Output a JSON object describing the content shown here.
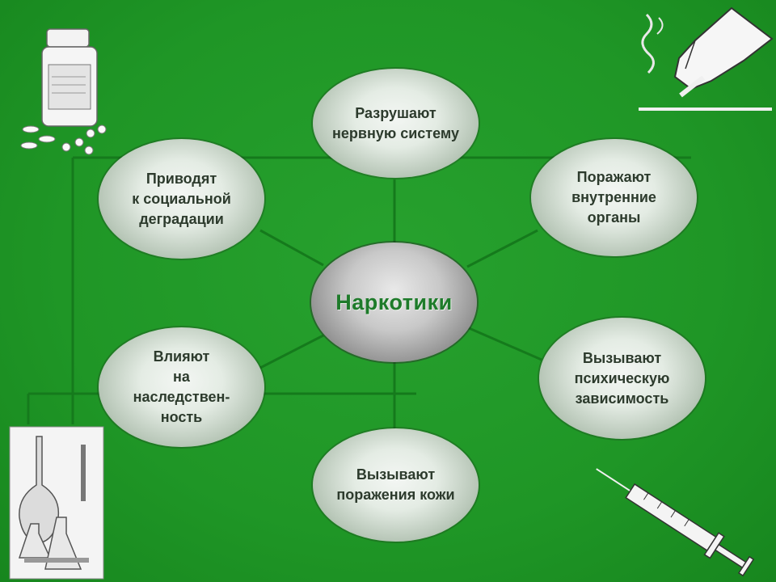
{
  "center": {
    "label": "Наркотики"
  },
  "nodes": [
    {
      "label": "Разрушают\nнервную систему"
    },
    {
      "label": "Поражают\nвнутренние\nорганы"
    },
    {
      "label": "Вызывают\nпсихическую\nзависимость"
    },
    {
      "label": "Вызывают\nпоражения кожи"
    },
    {
      "label": "Влияют\nна\nнаследствен-\nность"
    },
    {
      "label": "Приводят\nк социальной\nдеградации"
    }
  ],
  "colors": {
    "background": "#1f9626",
    "frame_line": "#157a1c",
    "node_fill": "#e4ece4",
    "center_fill": "#c8c8c8",
    "center_text": "#1e7b2a",
    "node_text": "#2d3b2d"
  },
  "icons": [
    "pill-bottle-icon",
    "hand-cigarette-icon",
    "lab-flasks-icon",
    "syringe-icon"
  ]
}
